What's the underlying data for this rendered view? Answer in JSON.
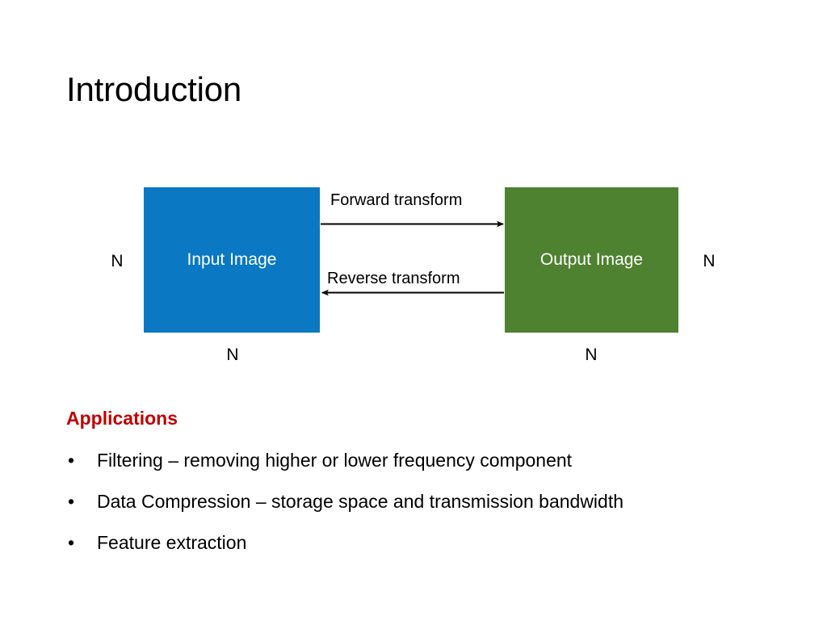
{
  "slide": {
    "title": "Introduction",
    "background_color": "#ffffff"
  },
  "diagram": {
    "input_box": {
      "label": "Input Image",
      "color": "#0a78c2",
      "dim_left": "N",
      "dim_bottom": "N"
    },
    "output_box": {
      "label": "Output Image",
      "color": "#4e8130",
      "dim_right": "N",
      "dim_bottom": "N"
    },
    "arrows": {
      "forward_label": "Forward transform",
      "reverse_label": "Reverse transform",
      "color": "#000000"
    }
  },
  "applications": {
    "heading": "Applications",
    "heading_color": "#c00000",
    "bullet_marker": "•",
    "items": [
      "Filtering – removing higher or lower frequency component",
      "Data Compression – storage space and transmission bandwidth",
      "Feature extraction"
    ]
  }
}
